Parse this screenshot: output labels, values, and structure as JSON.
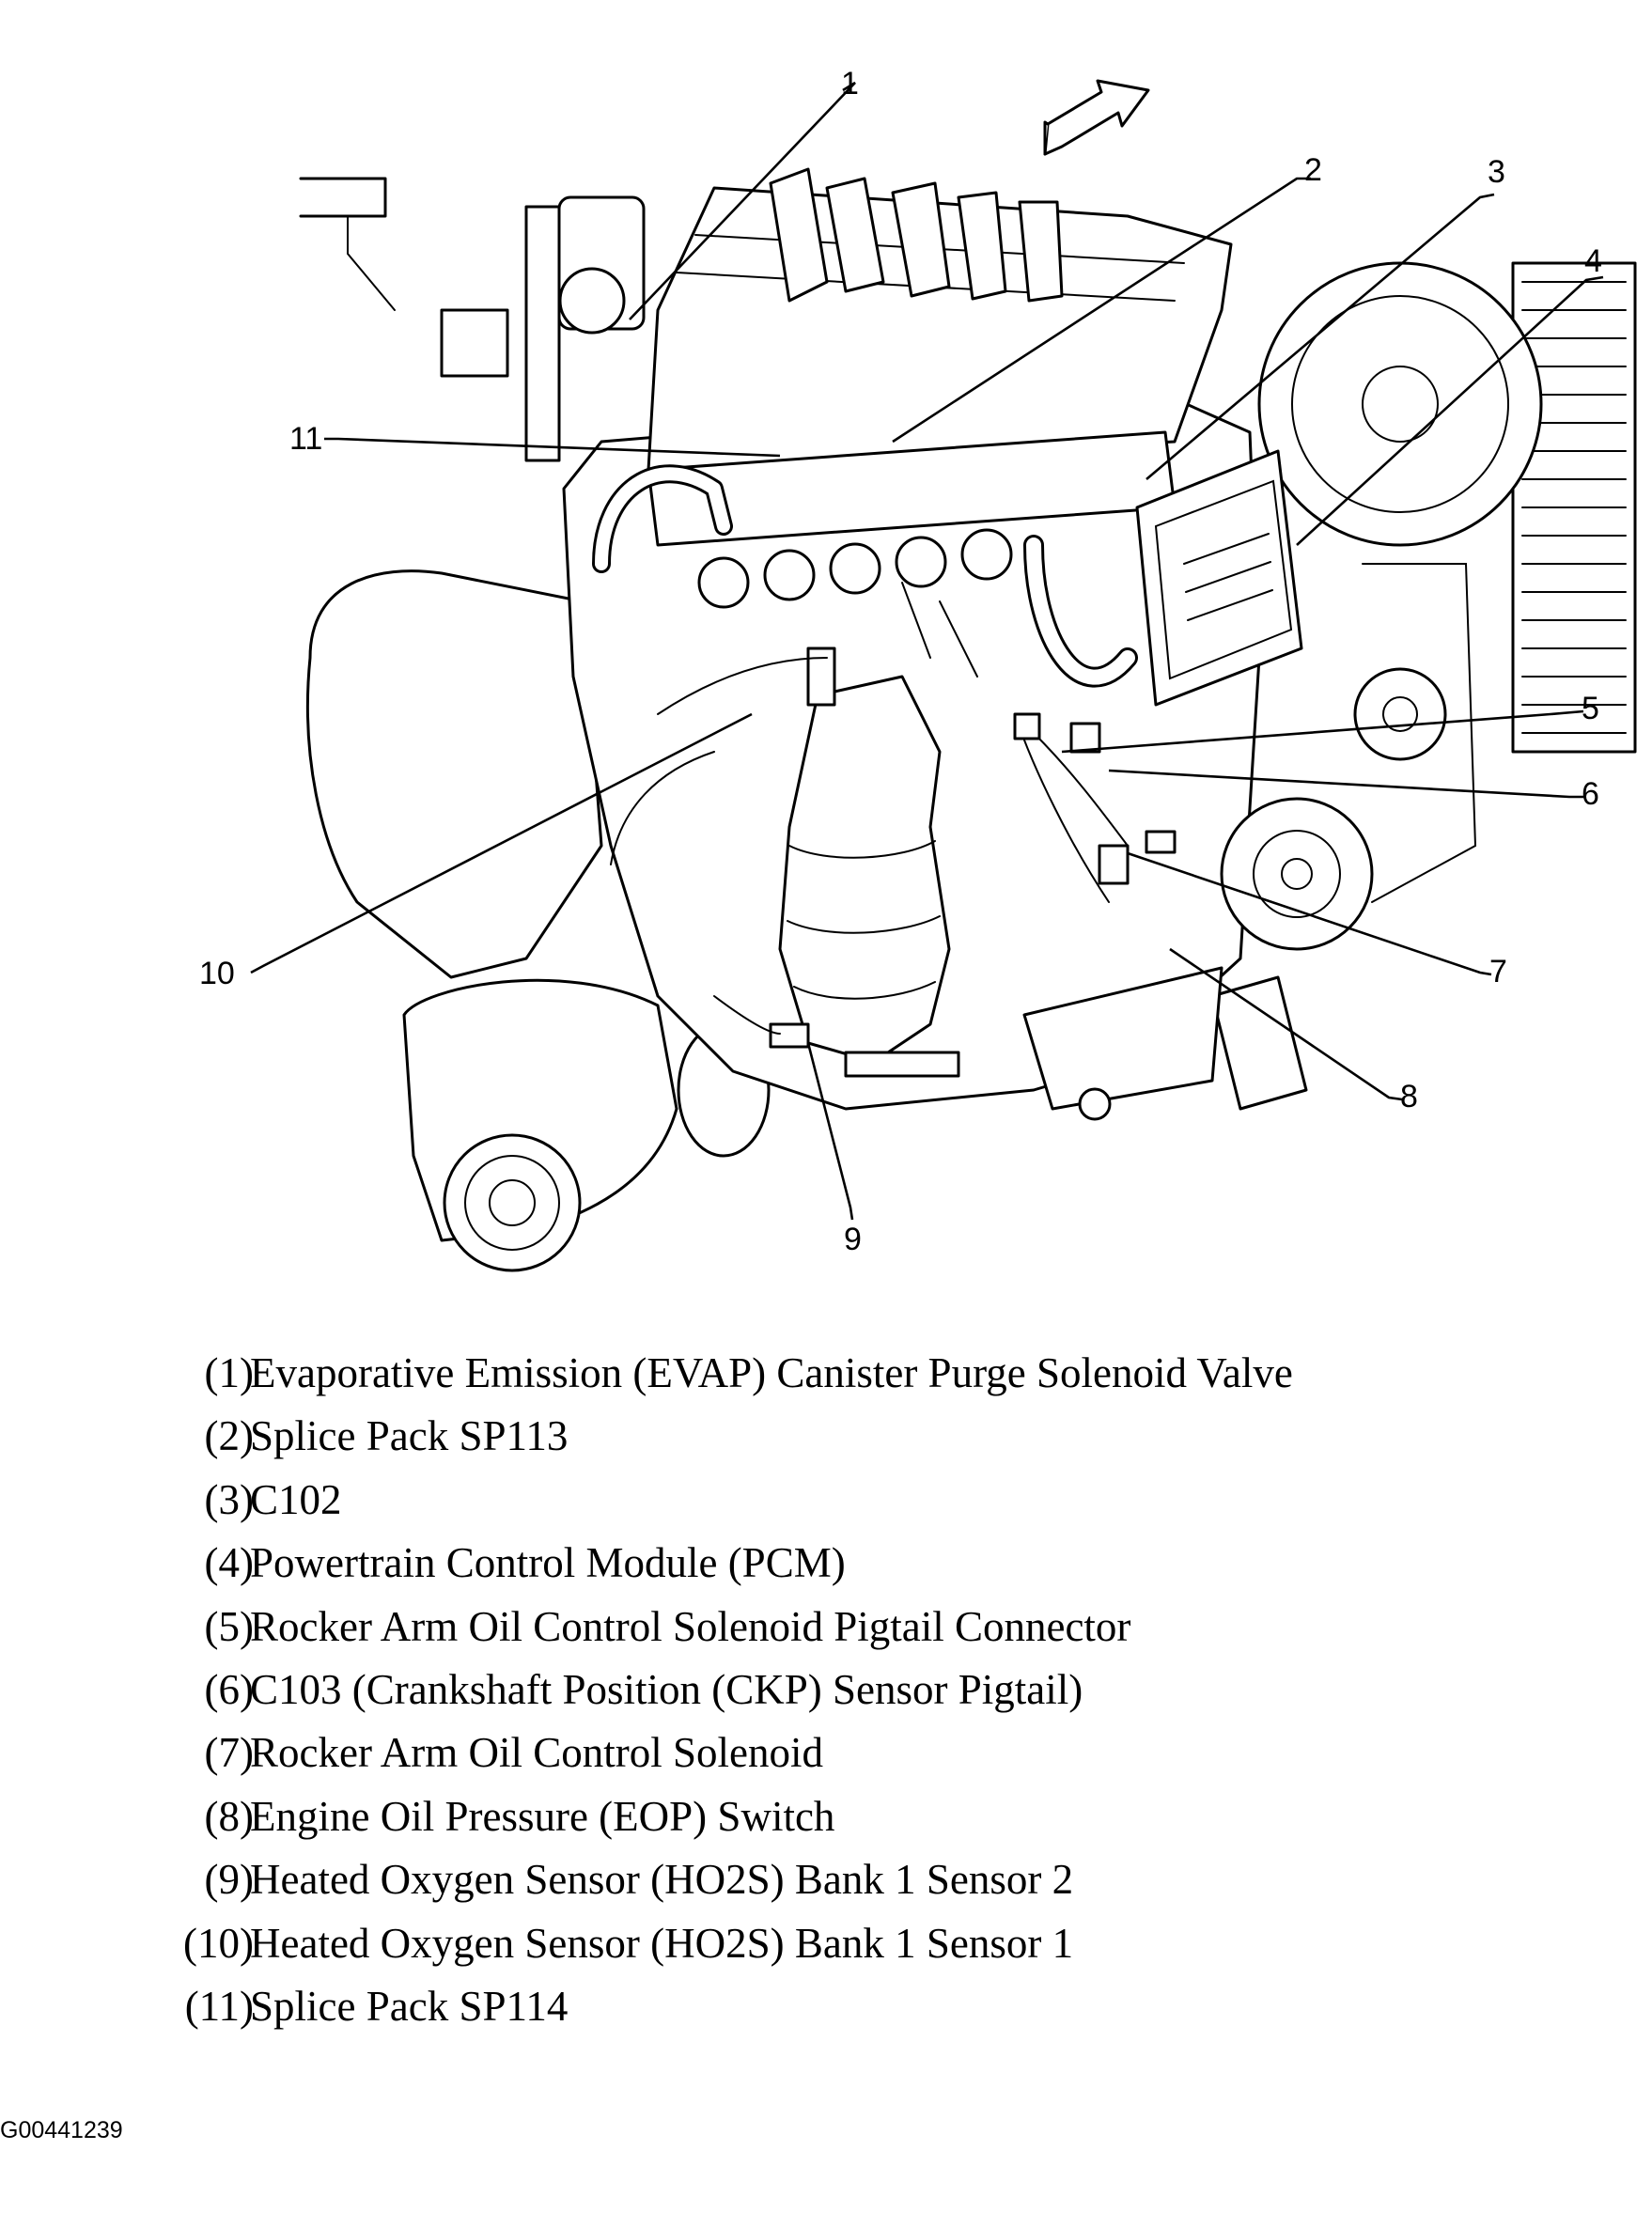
{
  "callouts": [
    "1",
    "2",
    "3",
    "4",
    "5",
    "6",
    "7",
    "8",
    "9",
    "10",
    "11"
  ],
  "legend": [
    {
      "num": "(1)",
      "text": "Evaporative Emission (EVAP) Canister Purge Solenoid Valve"
    },
    {
      "num": "(2)",
      "text": "Splice Pack SP113"
    },
    {
      "num": "(3)",
      "text": "C102"
    },
    {
      "num": "(4)",
      "text": "Powertrain Control Module (PCM)"
    },
    {
      "num": "(5)",
      "text": "Rocker Arm Oil Control Solenoid Pigtail Connector"
    },
    {
      "num": "(6)",
      "text": "C103 (Crankshaft Position (CKP) Sensor Pigtail)"
    },
    {
      "num": "(7)",
      "text": "Rocker Arm Oil Control Solenoid"
    },
    {
      "num": "(8)",
      "text": "Engine Oil Pressure (EOP) Switch"
    },
    {
      "num": "(9)",
      "text": "Heated Oxygen Sensor (HO2S) Bank 1 Sensor 2"
    },
    {
      "num": "(10)",
      "text": "Heated Oxygen Sensor (HO2S) Bank 1 Sensor 1"
    },
    {
      "num": "(11)",
      "text": "Splice Pack SP114"
    }
  ],
  "figure_id": "G00441239",
  "icons": {
    "direction": "front-direction-arrow-icon"
  }
}
